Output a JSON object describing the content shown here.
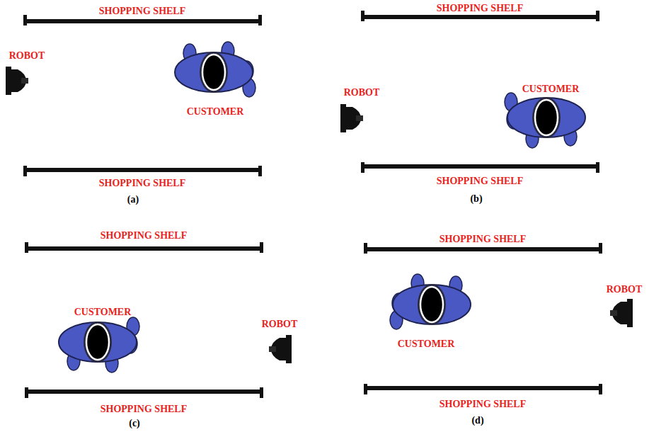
{
  "diagram": {
    "labels": [
      "SHOPPING SHELF",
      "ROBOT",
      "CUSTOMER",
      "SHOPPING SHELF",
      "(a)",
      "SHOPPING SHELF",
      "ROBOT",
      "CUSTOMER",
      "SHOPPING SHELF",
      "(b)",
      "SHOPPING SHELF",
      "CUSTOMER",
      "ROBOT",
      "SHOPPING SHELF",
      "(c)",
      "SHOPPING SHELF",
      "ROBOT",
      "CUSTOMER",
      "SHOPPING SHELF",
      "(d)"
    ]
  }
}
